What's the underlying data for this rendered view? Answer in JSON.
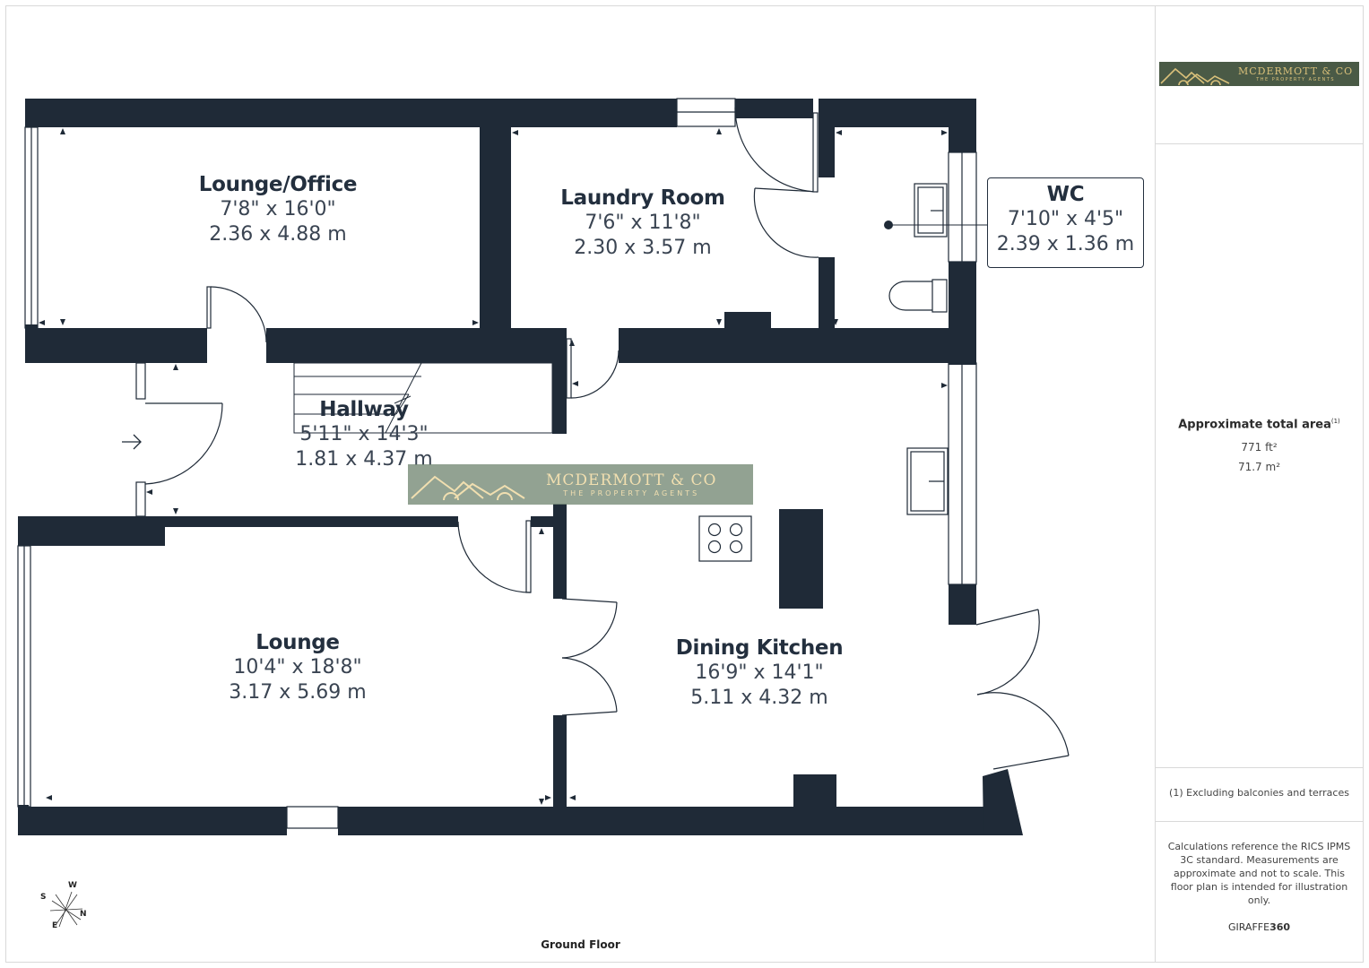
{
  "branding": {
    "agency_name": "MCDERMOTT & CO",
    "agency_tagline": "THE PROPERTY AGENTS",
    "provider_prefix": "GIRAFFE",
    "provider_suffix": "360",
    "colors": {
      "wall": "#1f2a37",
      "brand_bg": "#4a5a46",
      "brand_gold": "#d9c07a",
      "watermark_bg": "#7a8e7a"
    }
  },
  "floor_name": "Ground Floor",
  "rooms": [
    {
      "id": "lounge_office",
      "name": "Lounge/Office",
      "imperial": "7'8\" x 16'0\"",
      "metric": "2.36 x 4.88 m"
    },
    {
      "id": "laundry",
      "name": "Laundry Room",
      "imperial": "7'6\" x 11'8\"",
      "metric": "2.30 x 3.57 m"
    },
    {
      "id": "wc",
      "name": "WC",
      "imperial": "7'10\" x 4'5\"",
      "metric": "2.39 x 1.36 m"
    },
    {
      "id": "hallway",
      "name": "Hallway",
      "imperial": "5'11\" x 14'3\"",
      "metric": "1.81 x 4.37 m"
    },
    {
      "id": "lounge",
      "name": "Lounge",
      "imperial": "10'4\" x 18'8\"",
      "metric": "3.17 x 5.69 m"
    },
    {
      "id": "dining_kitchen",
      "name": "Dining Kitchen",
      "imperial": "16'9\" x 14'1\"",
      "metric": "5.11 x 4.32 m"
    }
  ],
  "area": {
    "title": "Approximate total area",
    "footnote_marker": "(1)",
    "imperial": "771 ft²",
    "metric": "71.7 m²"
  },
  "notes": {
    "exclusion": "(1) Excluding balconies and terraces",
    "disclaimer": "Calculations reference the RICS IPMS 3C standard. Measurements are approximate and not to scale. This floor plan is intended for illustration only."
  },
  "compass": {
    "north": "N",
    "south": "S",
    "east": "E",
    "west": "W"
  }
}
